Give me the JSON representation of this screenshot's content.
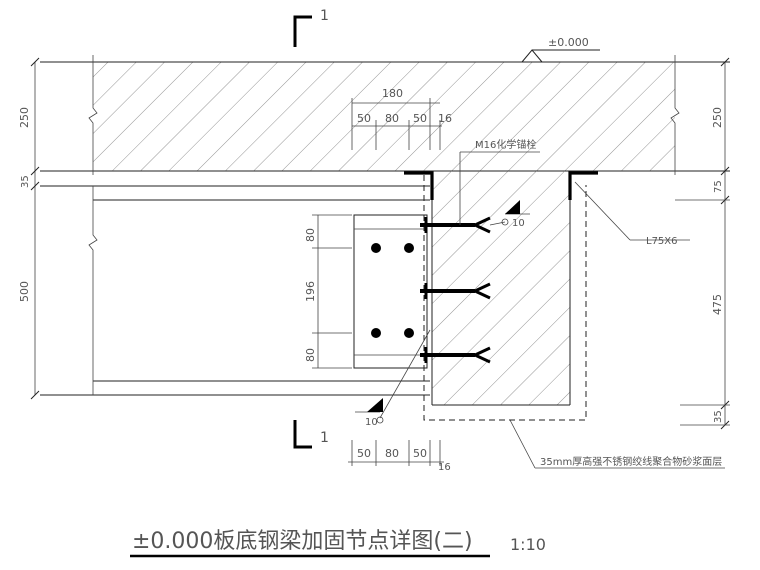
{
  "section_marks": {
    "top_number": "1",
    "bottom_number": "1"
  },
  "elevation_label": "±0.000",
  "left_dimensions": [
    "250",
    "35",
    "500"
  ],
  "right_dimensions": [
    "250",
    "75",
    "475",
    "35"
  ],
  "top_dimensions": {
    "overall": "180",
    "segments": [
      "50",
      "80",
      "50",
      "16"
    ]
  },
  "bottom_dimensions": {
    "segments": [
      "50",
      "80",
      "50",
      "16"
    ]
  },
  "plate_bolt_dimensions": [
    "80",
    "196",
    "80"
  ],
  "anchor_label": "M16化学锚栓",
  "angle_label": "L75X6",
  "weld_upper": "10",
  "weld_lower": "10",
  "mortar_note": "35mm厚高强不锈钢绞线聚合物砂浆面层",
  "title": "±0.000板底钢梁加固节点详图(二)",
  "scale": "1:10"
}
